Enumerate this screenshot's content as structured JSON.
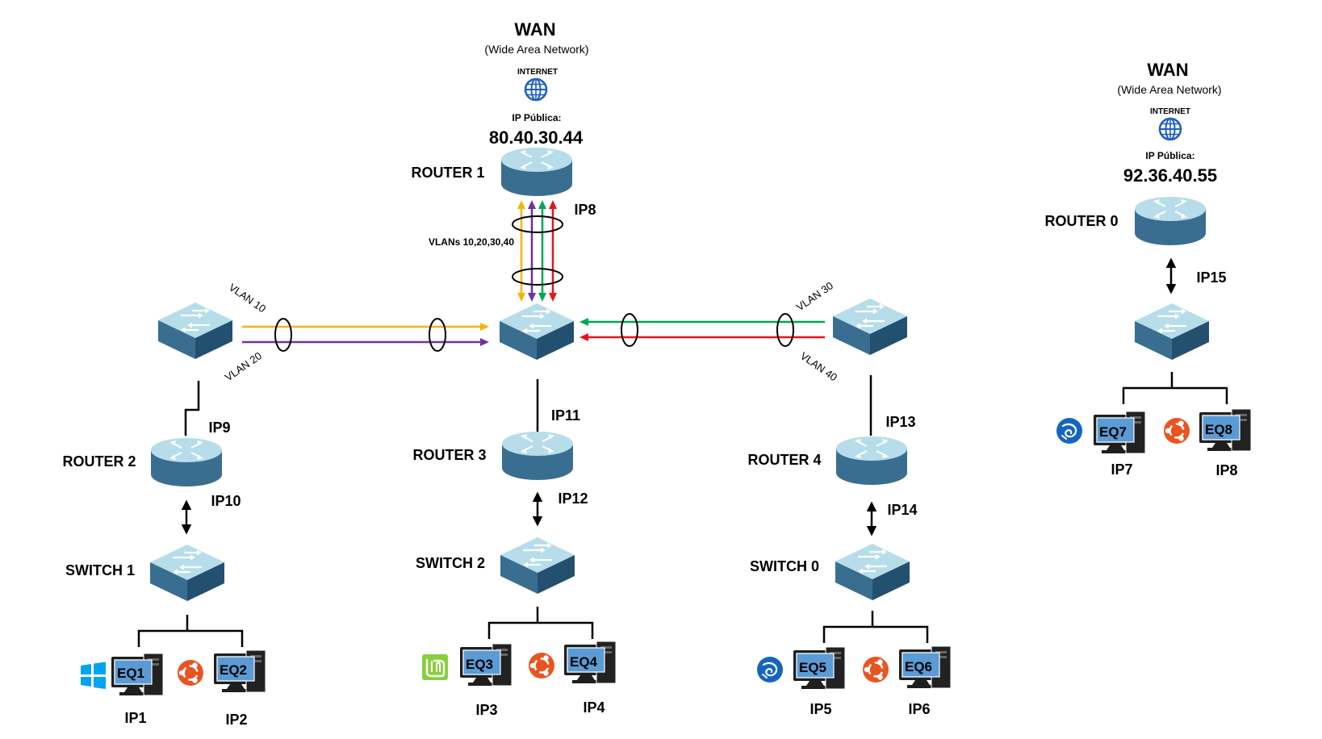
{
  "colors": {
    "vlan10": "#f2b705",
    "vlan20": "#7030a0",
    "vlan30": "#00a650",
    "vlan40": "#e8141b",
    "device_top": "#b6dde9",
    "device_side": "#3a6e91",
    "device_dark": "#24506f",
    "monitor_screen": "#5b9bd5",
    "ubuntu": "#e95420",
    "mint": "#87cf3e",
    "windows": "#00a4ef",
    "debian_blue": "#1565c0"
  },
  "wan_left": {
    "title": "WAN",
    "subtitle": "(Wide Area Network)",
    "internet": "INTERNET",
    "ip_label": "IP Pública:",
    "ip": "80.40.30.44"
  },
  "wan_right": {
    "title": "WAN",
    "subtitle": "(Wide Area Network)",
    "internet": "INTERNET",
    "ip_label": "IP Pública:",
    "ip": "92.36.40.55"
  },
  "routers": {
    "router1": {
      "label": "ROUTER 1",
      "ip": "IP8"
    },
    "router2": {
      "label": "ROUTER 2",
      "ip_top": "IP9",
      "ip_bottom": "IP10"
    },
    "router3": {
      "label": "ROUTER 3",
      "ip_top": "IP11",
      "ip_bottom": "IP12"
    },
    "router4": {
      "label": "ROUTER 4",
      "ip_top": "IP13",
      "ip_bottom": "IP14"
    },
    "router0": {
      "label": "ROUTER 0",
      "ip": "IP15"
    }
  },
  "vlans": {
    "trunk": "VLANs 10,20,30,40",
    "vlan10": "VLAN 10",
    "vlan20": "VLAN 20",
    "vlan30": "VLAN 30",
    "vlan40": "VLAN 40"
  },
  "switches": {
    "switch1": "SWITCH 1",
    "switch2": "SWITCH 2",
    "switch0": "SWITCH 0"
  },
  "equipment": [
    {
      "name": "EQ1",
      "ip": "IP1",
      "os": "windows"
    },
    {
      "name": "EQ2",
      "ip": "IP2",
      "os": "ubuntu"
    },
    {
      "name": "EQ3",
      "ip": "IP3",
      "os": "mint"
    },
    {
      "name": "EQ4",
      "ip": "IP4",
      "os": "ubuntu"
    },
    {
      "name": "EQ5",
      "ip": "IP5",
      "os": "debian"
    },
    {
      "name": "EQ6",
      "ip": "IP6",
      "os": "ubuntu"
    },
    {
      "name": "EQ7",
      "ip": "IP7",
      "os": "debian"
    },
    {
      "name": "EQ8",
      "ip": "IP8",
      "os": "ubuntu"
    }
  ]
}
